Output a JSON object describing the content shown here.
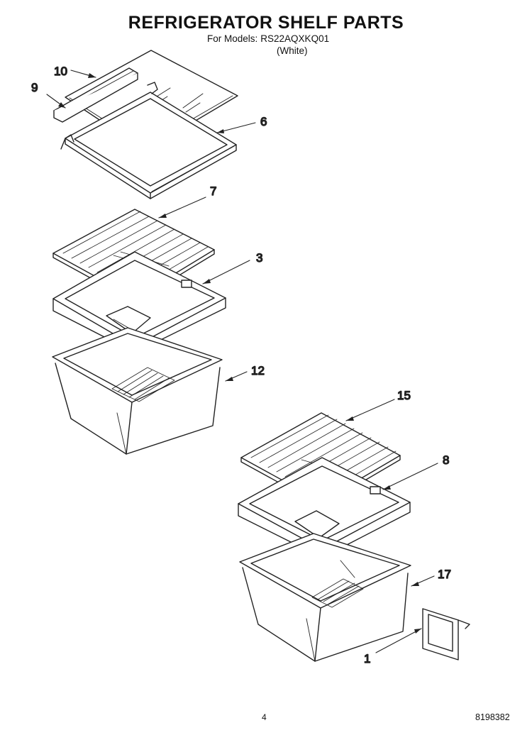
{
  "header": {
    "title": "REFRIGERATOR SHELF PARTS",
    "for_models_label": "For Models:",
    "model": "RS22AQXKQ01",
    "variant": "(White)"
  },
  "callouts": {
    "p10": "10",
    "p9": "9",
    "p6": "6",
    "p7": "7",
    "p3": "3",
    "p12": "12",
    "p15": "15",
    "p8": "8",
    "p17": "17",
    "p1": "1"
  },
  "footer": {
    "page_number": "4",
    "doc_code": "8198382"
  }
}
